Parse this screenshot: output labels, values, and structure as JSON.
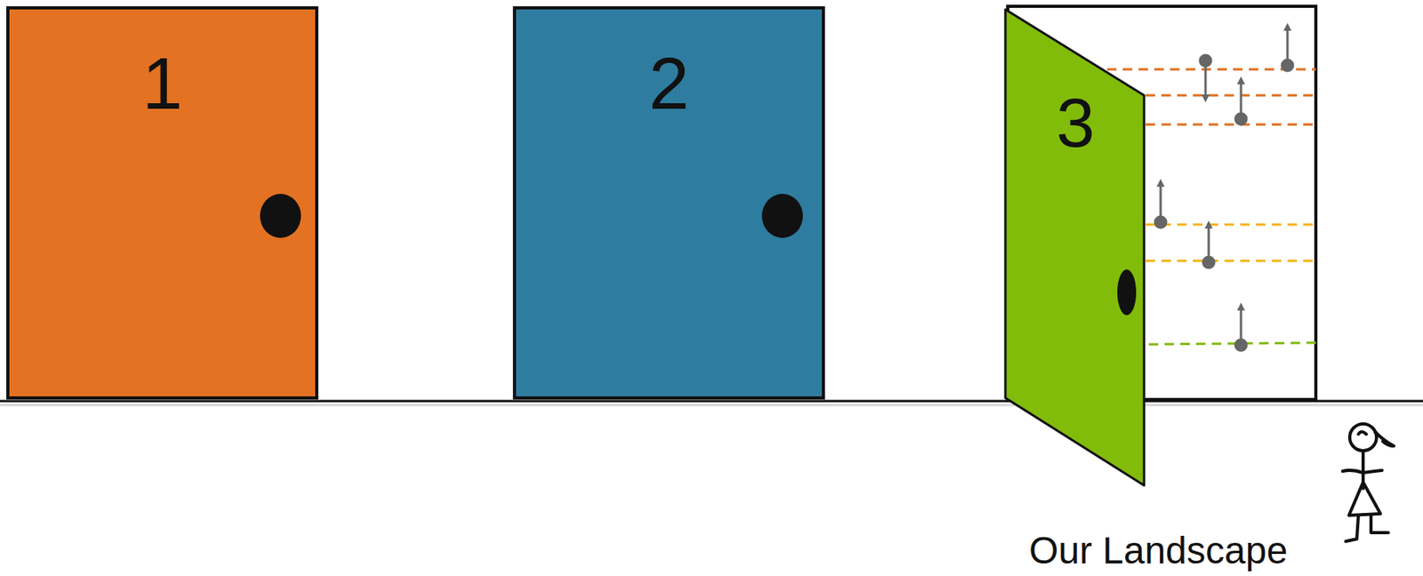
{
  "diagram": {
    "nodes": [
      {
        "text": [
          "1"
        ]
      },
      {
        "text": [
          "2"
        ]
      },
      {
        "text": [
          "3"
        ]
      }
    ],
    "labels": [
      "Our Landscape"
    ]
  }
}
